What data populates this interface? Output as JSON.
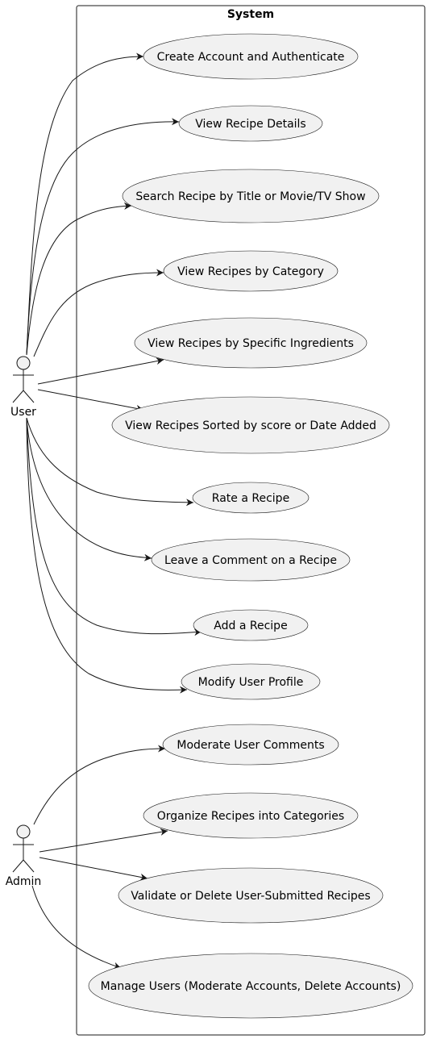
{
  "system": {
    "title": "System"
  },
  "actors": {
    "user": {
      "label": "User"
    },
    "admin": {
      "label": "Admin"
    }
  },
  "use_cases": [
    {
      "id": "uc1",
      "label": "Create Account and Authenticate"
    },
    {
      "id": "uc2",
      "label": "View Recipe Details"
    },
    {
      "id": "uc3",
      "label": "Search Recipe by Title or Movie/TV Show"
    },
    {
      "id": "uc4",
      "label": "View Recipes by Category"
    },
    {
      "id": "uc5",
      "label": "View Recipes by Specific Ingredients"
    },
    {
      "id": "uc6",
      "label": "View Recipes Sorted by score or Date Added"
    },
    {
      "id": "uc7",
      "label": "Rate a Recipe"
    },
    {
      "id": "uc8",
      "label": "Leave a Comment on a Recipe"
    },
    {
      "id": "uc9",
      "label": "Add a Recipe"
    },
    {
      "id": "uc10",
      "label": "Modify User Profile"
    },
    {
      "id": "uc11",
      "label": "Moderate User Comments"
    },
    {
      "id": "uc12",
      "label": "Organize Recipes into Categories"
    },
    {
      "id": "uc13",
      "label": "Validate or Delete User-Submitted Recipes"
    },
    {
      "id": "uc14",
      "label": "Manage Users (Moderate Accounts, Delete Accounts)"
    }
  ],
  "associations": [
    {
      "from": "user",
      "to": "uc1"
    },
    {
      "from": "user",
      "to": "uc2"
    },
    {
      "from": "user",
      "to": "uc3"
    },
    {
      "from": "user",
      "to": "uc4"
    },
    {
      "from": "user",
      "to": "uc5"
    },
    {
      "from": "user",
      "to": "uc6"
    },
    {
      "from": "user",
      "to": "uc7"
    },
    {
      "from": "user",
      "to": "uc8"
    },
    {
      "from": "user",
      "to": "uc9"
    },
    {
      "from": "user",
      "to": "uc10"
    },
    {
      "from": "admin",
      "to": "uc11"
    },
    {
      "from": "admin",
      "to": "uc12"
    },
    {
      "from": "admin",
      "to": "uc13"
    },
    {
      "from": "admin",
      "to": "uc14"
    }
  ]
}
